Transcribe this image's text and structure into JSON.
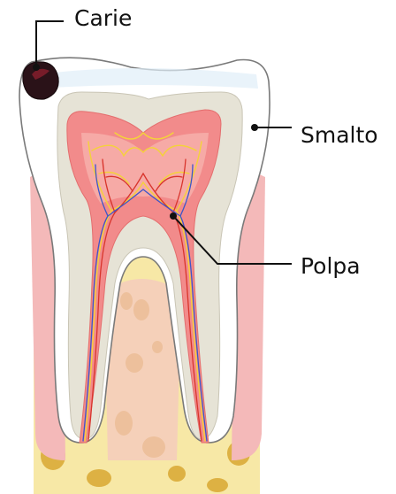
{
  "labels": {
    "carie": "Carie",
    "smalto": "Smalto",
    "polpa": "Polpa"
  },
  "colors": {
    "bone": "#f7e8a6",
    "bone_spots": "#d9a832",
    "gum": "#f4b9b9",
    "enamel": "#ffffff",
    "dentin": "#e6e3d6",
    "pulp": "#f28b8b",
    "pulp_inner": "#f6aaa6",
    "caries": "#2a1218",
    "nerve": "#f4d23a",
    "artery": "#d8342c",
    "vein": "#3d56c8"
  }
}
